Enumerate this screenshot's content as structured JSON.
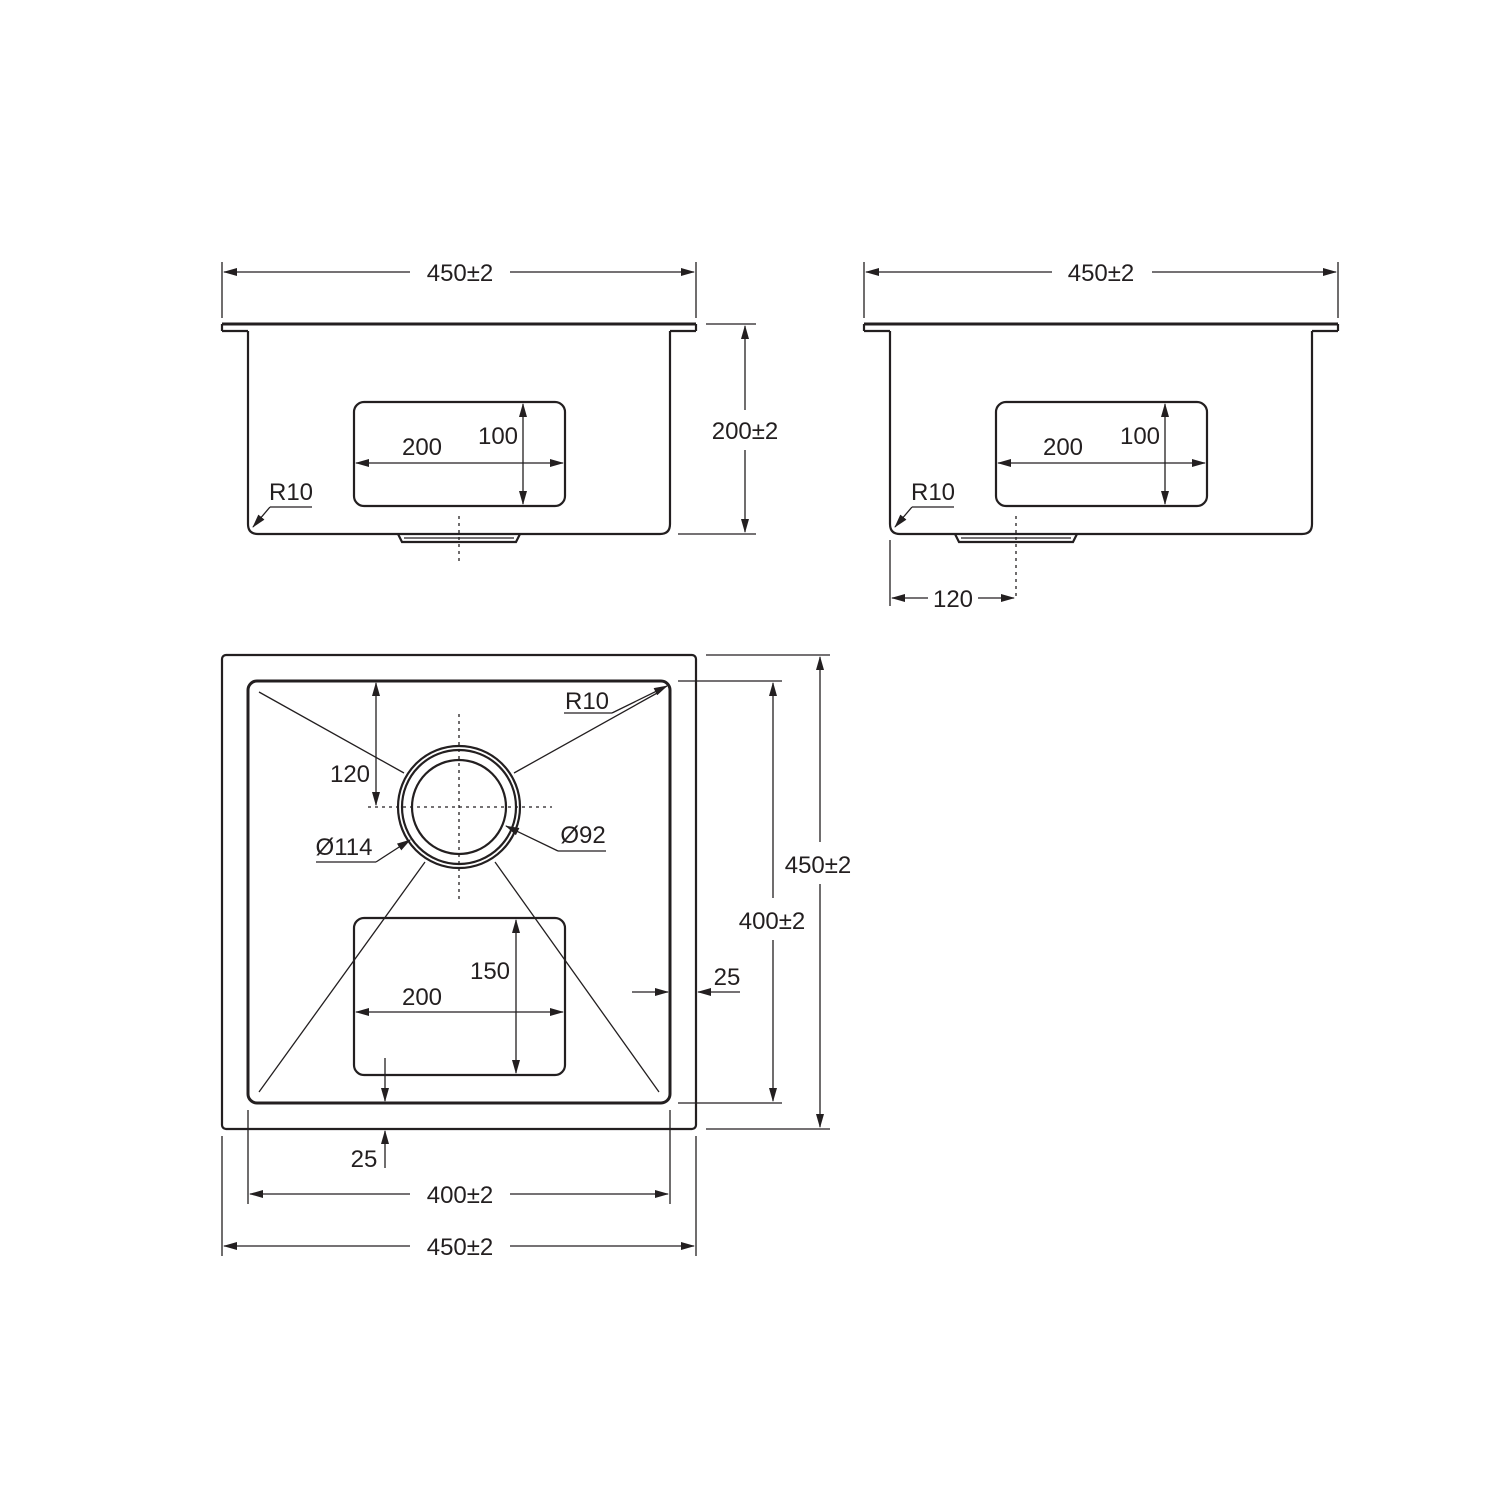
{
  "front_view": {
    "width_label": "450±2",
    "height_label": "200±2",
    "radius_label": "R10",
    "cutout_width_label": "200",
    "cutout_height_label": "100"
  },
  "side_view": {
    "width_label": "450±2",
    "radius_label": "R10",
    "cutout_width_label": "200",
    "cutout_height_label": "100",
    "drain_offset_label": "120"
  },
  "top_view": {
    "outer_width_label": "450±2",
    "inner_width_label": "400±2",
    "outer_height_label": "450±2",
    "inner_height_label": "400±2",
    "radius_label": "R10",
    "drain_offset_label": "120",
    "drain_outer_label": "Ø114",
    "drain_inner_label": "Ø92",
    "cutout_width_label": "200",
    "cutout_height_label": "150",
    "rim_side_label": "25",
    "rim_bottom_label": "25"
  }
}
